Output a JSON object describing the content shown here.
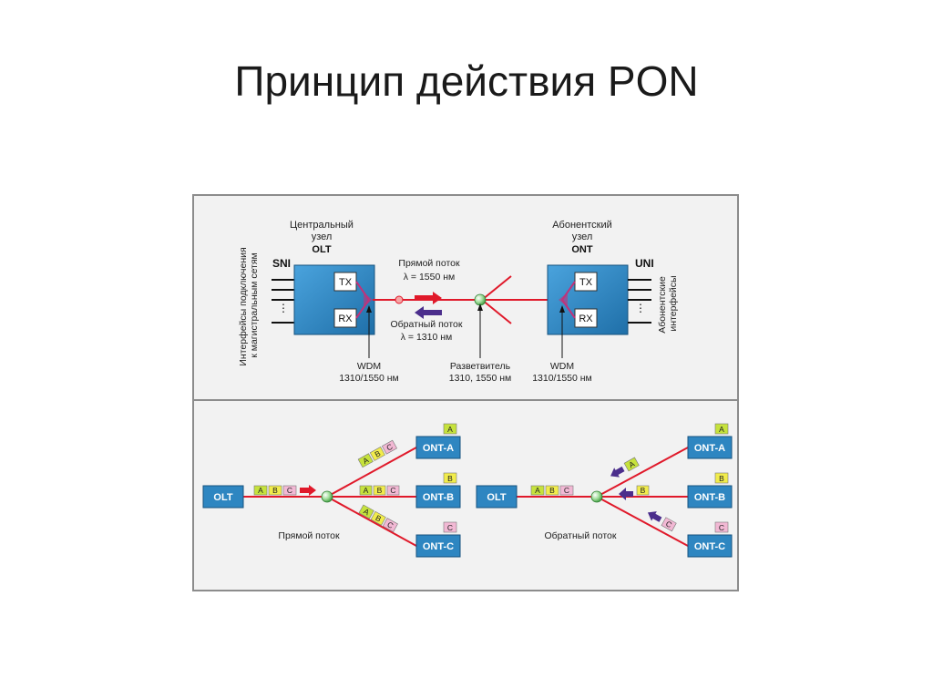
{
  "slide_title": "Принцип действия PON",
  "top": {
    "olt_caption": [
      "Центральный",
      "узел"
    ],
    "olt_label": "OLT",
    "ont_caption": [
      "Абонентский",
      "узел"
    ],
    "ont_label": "ONT",
    "sni_label": "SNI",
    "uni_label": "UNI",
    "tx_label": "TX",
    "rx_label": "RX",
    "left_vertical": [
      "Интерфейсы подключения",
      "к магистральным сетям"
    ],
    "right_vertical": [
      "Абонентские",
      "интерфейсы"
    ],
    "downstream": [
      "Прямой поток",
      "λ = 1550 нм"
    ],
    "upstream": [
      "Обратный поток",
      "λ = 1310 нм"
    ],
    "wdm_left": [
      "WDM",
      "1310/1550 нм"
    ],
    "splitter": [
      "Разветвитель",
      "1310, 1550 нм"
    ],
    "wdm_right": [
      "WDM",
      "1310/1550 нм"
    ]
  },
  "bottom": {
    "olt": "OLT",
    "onts": [
      "ONT-A",
      "ONT-B",
      "ONT-C"
    ],
    "packets": [
      "A",
      "B",
      "C"
    ],
    "downstream_caption": "Прямой поток",
    "upstream_caption": "Обратный поток"
  },
  "colors": {
    "box_blue": "#2e86c1",
    "fiber_red": "#e0192a",
    "packet_green": "#c6e23c",
    "packet_yellow": "#f1ec4b",
    "packet_pink": "#f2b8d4",
    "arrow_purple": "#4b2e8c"
  }
}
